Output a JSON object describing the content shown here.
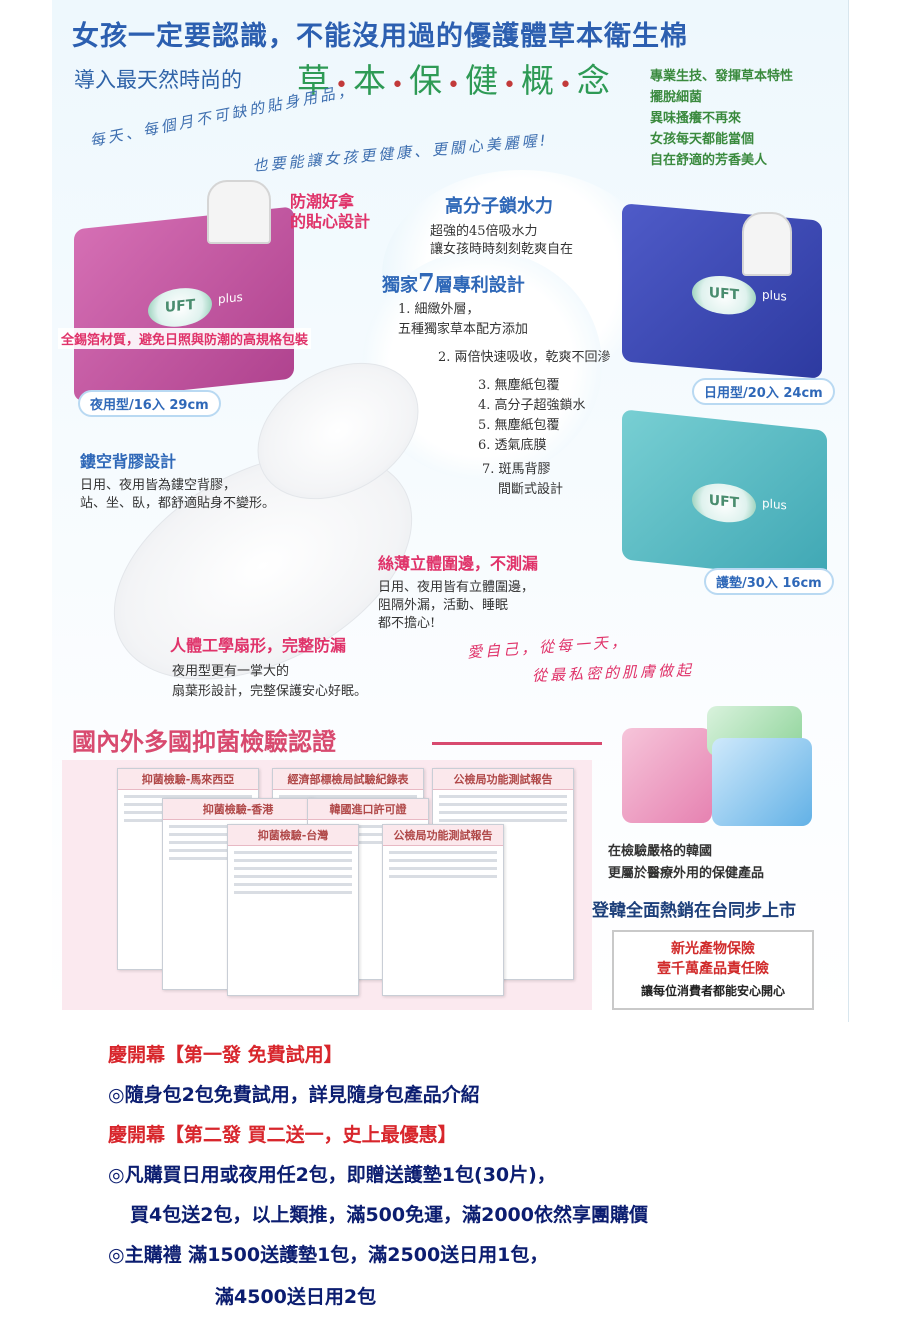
{
  "poster": {
    "title": "女孩一定要認識，不能沒用過的優護體草本衛生棉",
    "subtitle_lead": "導入最天然時尚的",
    "concept_chars": [
      "草",
      "本",
      "保",
      "健",
      "概",
      "念"
    ],
    "features": [
      "專業生技、發揮草本特性",
      "擺脫細菌",
      "異味搔癢不再來",
      "女孩每天都能當個",
      "自在舒適的芳香美人"
    ],
    "handwriting_1a": "每天、每個月不可缺的貼身用品，",
    "handwriting_1b": "也要能讓女孩更健康、更關心美麗喔!",
    "moisture_title": "防潮好拿",
    "moisture_title2": "的貼心設計",
    "foil_note": "全錫箔材質，避免日照與防潮的高規格包裝",
    "night_label": "夜用型/16入 29cm",
    "day_label": "日用型/20入 24cm",
    "liner_label": "護墊/30入 16cm",
    "polymer_title": "高分子鎖水力",
    "polymer_line1": "超強的45倍吸水力",
    "polymer_line2": "讓女孩時時刻刻乾爽自在",
    "patent_prefix": "獨家",
    "patent_num": "7",
    "patent_suffix": "層專利設計",
    "layers": [
      "1. 細緻外層，",
      "五種獨家草本配方添加",
      "2. 兩倍快速吸收，乾爽不回滲",
      "3. 無塵紙包覆",
      "4. 高分子超強鎖水",
      "5. 無塵紙包覆",
      "6. 透氣底膜",
      "7. 斑馬背膠",
      "間斷式設計"
    ],
    "adhesive_title": "鏤空背膠設計",
    "adhesive_line1": "日用、夜用皆為鏤空背膠，",
    "adhesive_line2": "站、坐、臥，都舒適貼身不變形。",
    "edge_title": "絲薄立體圍邊，不測漏",
    "edge_line1": "日用、夜用皆有立體圍邊，",
    "edge_line2": "阻隔外漏，活動、睡眠",
    "edge_line3": "都不擔心!",
    "fan_title": "人體工學扇形，完整防漏",
    "fan_line1": "夜用型更有一掌大的",
    "fan_line2": "扇葉形設計，完整保護安心好眠。",
    "handwriting_2a": "愛自己，從每一天，",
    "handwriting_2b": "從最私密的肌膚做起",
    "cert_title": "國內外多國抑菌檢驗認證",
    "doc_labels": [
      "抑菌檢驗-馬來西亞",
      "經濟部標檢局試驗紀錄表",
      "公檢局功能測試報告",
      "抑菌檢驗-香港",
      "韓國進口許可證",
      "抑菌檢驗-台灣",
      "公檢局功能測試報告"
    ],
    "korea_line1": "在檢驗嚴格的韓國",
    "korea_line2": "更屬於醫療外用的保健產品",
    "korea_launch": "登韓全面熱銷在台同步上市",
    "insurance_line1": "新光產物保險",
    "insurance_line2": "壹千萬產品責任險",
    "insurance_line3": "讓每位消費者都能安心開心",
    "brand_logo": "UFT",
    "brand_suffix": "plus"
  },
  "promo": {
    "line1": "慶開幕【第一發 免費試用】",
    "line2": "◎隨身包2包免費試用，詳見隨身包產品介紹",
    "line3": "慶開幕【第二發 買二送一，史上最優惠】",
    "line4": "◎凡購買日用或夜用任2包，即贈送護墊1包(30片)，",
    "line5": "買4包送2包，以上類推，滿500免運，滿2000依然享團購價",
    "line6": "◎主購禮 滿1500送護墊1包，滿2500送日用1包，",
    "line7": "滿4500送日用2包"
  },
  "colors": {
    "title_blue": "#2c5fb0",
    "concept_green": "#2e9a55",
    "accent_pink": "#e0336a",
    "promo_red": "#d8262c",
    "promo_navy": "#0b1d70"
  }
}
